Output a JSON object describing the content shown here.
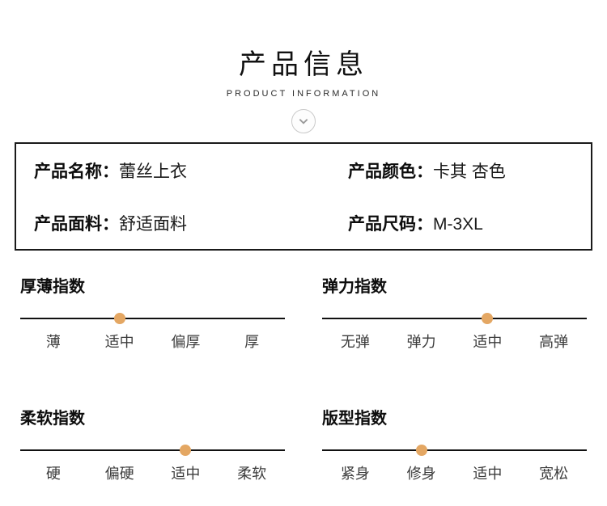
{
  "header": {
    "title": "产品信息",
    "subtitle": "PRODUCT INFORMATION"
  },
  "info_box": {
    "separator": "：",
    "fields": [
      {
        "label": "产品名称",
        "value": "蕾丝上衣"
      },
      {
        "label": "产品颜色",
        "value": "卡其 杏色"
      },
      {
        "label": "产品面料",
        "value": "舒适面料"
      },
      {
        "label": "产品尺码",
        "value": "M-3XL"
      }
    ]
  },
  "indexes": [
    {
      "title": "厚薄指数",
      "labels": [
        "薄",
        "适中",
        "偏厚",
        "厚"
      ],
      "selected": 1
    },
    {
      "title": "弹力指数",
      "labels": [
        "无弹",
        "弹力",
        "适中",
        "高弹"
      ],
      "selected": 2
    },
    {
      "title": "柔软指数",
      "labels": [
        "硬",
        "偏硬",
        "适中",
        "柔软"
      ],
      "selected": 2
    },
    {
      "title": "版型指数",
      "labels": [
        "紧身",
        "修身",
        "适中",
        "宽松"
      ],
      "selected": 1
    }
  ],
  "colors": {
    "dot": "#e4a763",
    "line": "#111111"
  }
}
